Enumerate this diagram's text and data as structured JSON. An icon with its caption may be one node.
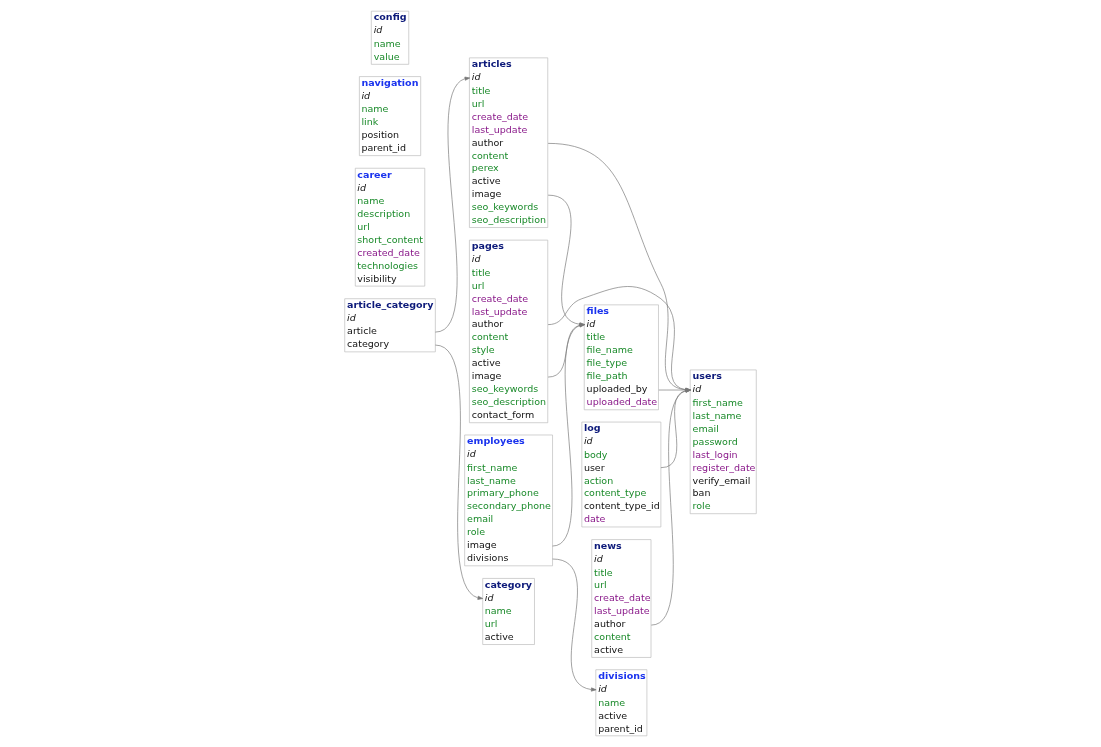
{
  "diagram": {
    "nodes": [
      {
        "text": [
          "log",
          "id",
          "body",
          "user",
          "action",
          "content_type",
          "content_type_id",
          "date"
        ]
      },
      {
        "text": [
          "news",
          "id",
          "title",
          "url",
          "create_date",
          "last_update",
          "author",
          "content",
          "active"
        ]
      },
      {
        "text": [
          "articles",
          "id",
          "title",
          "url",
          "create_date",
          "last_update",
          "author",
          "content",
          "perex",
          "active",
          "image",
          "seo_keywords",
          "seo_description"
        ]
      },
      {
        "text": [
          "users",
          "id",
          "first_name",
          "last_name",
          "email",
          "password",
          "last_login",
          "register_date",
          "verify_email",
          "ban",
          "role"
        ]
      },
      {
        "text": [
          "career",
          "id",
          "name",
          "description",
          "url",
          "short_content",
          "created_date",
          "technologies",
          "visibility"
        ]
      },
      {
        "text": [
          "pages",
          "id",
          "title",
          "url",
          "create_date",
          "last_update",
          "author",
          "content",
          "style",
          "active",
          "image",
          "seo_keywords",
          "seo_description",
          "contact_form"
        ]
      },
      {
        "text": [
          "divisions",
          "id",
          "name",
          "active",
          "parent_id"
        ]
      },
      {
        "text": [
          "employees",
          "id",
          "first_name",
          "last_name",
          "primary_phone",
          "secondary_phone",
          "email",
          "role",
          "image",
          "divisions"
        ]
      },
      {
        "text": [
          "article_category",
          "id",
          "article",
          "category"
        ]
      },
      {
        "text": [
          "files",
          "id",
          "title",
          "file_name",
          "file_type",
          "file_path",
          "uploaded_by",
          "uploaded_date"
        ]
      },
      {
        "text": [
          "navigation",
          "id",
          "name",
          "link",
          "position",
          "parent_id"
        ]
      },
      {
        "text": [
          "config",
          "id",
          "name",
          "value"
        ]
      },
      {
        "text": [
          "category",
          "id",
          "name",
          "url",
          "active"
        ]
      }
    ],
    "edges": [
      {
        "from": 0,
        "to": 3,
        "arrow": "to"
      },
      {
        "from": 1,
        "to": 3,
        "arrow": "to"
      },
      {
        "from": 2,
        "to": 3,
        "arrow": "to"
      },
      {
        "from": 5,
        "to": 3,
        "arrow": "to"
      },
      {
        "from": 9,
        "to": 3,
        "arrow": "to"
      },
      {
        "from": 7,
        "to": 6,
        "arrow": "to"
      },
      {
        "from": 8,
        "to": 2,
        "arrow": "to"
      },
      {
        "from": 8,
        "to": 12,
        "arrow": "to"
      },
      {
        "from": 7,
        "to": 9,
        "arrow": "to"
      },
      {
        "from": 2,
        "to": 9,
        "arrow": "to"
      },
      {
        "from": 5,
        "to": 9,
        "arrow": "to"
      }
    ]
  }
}
